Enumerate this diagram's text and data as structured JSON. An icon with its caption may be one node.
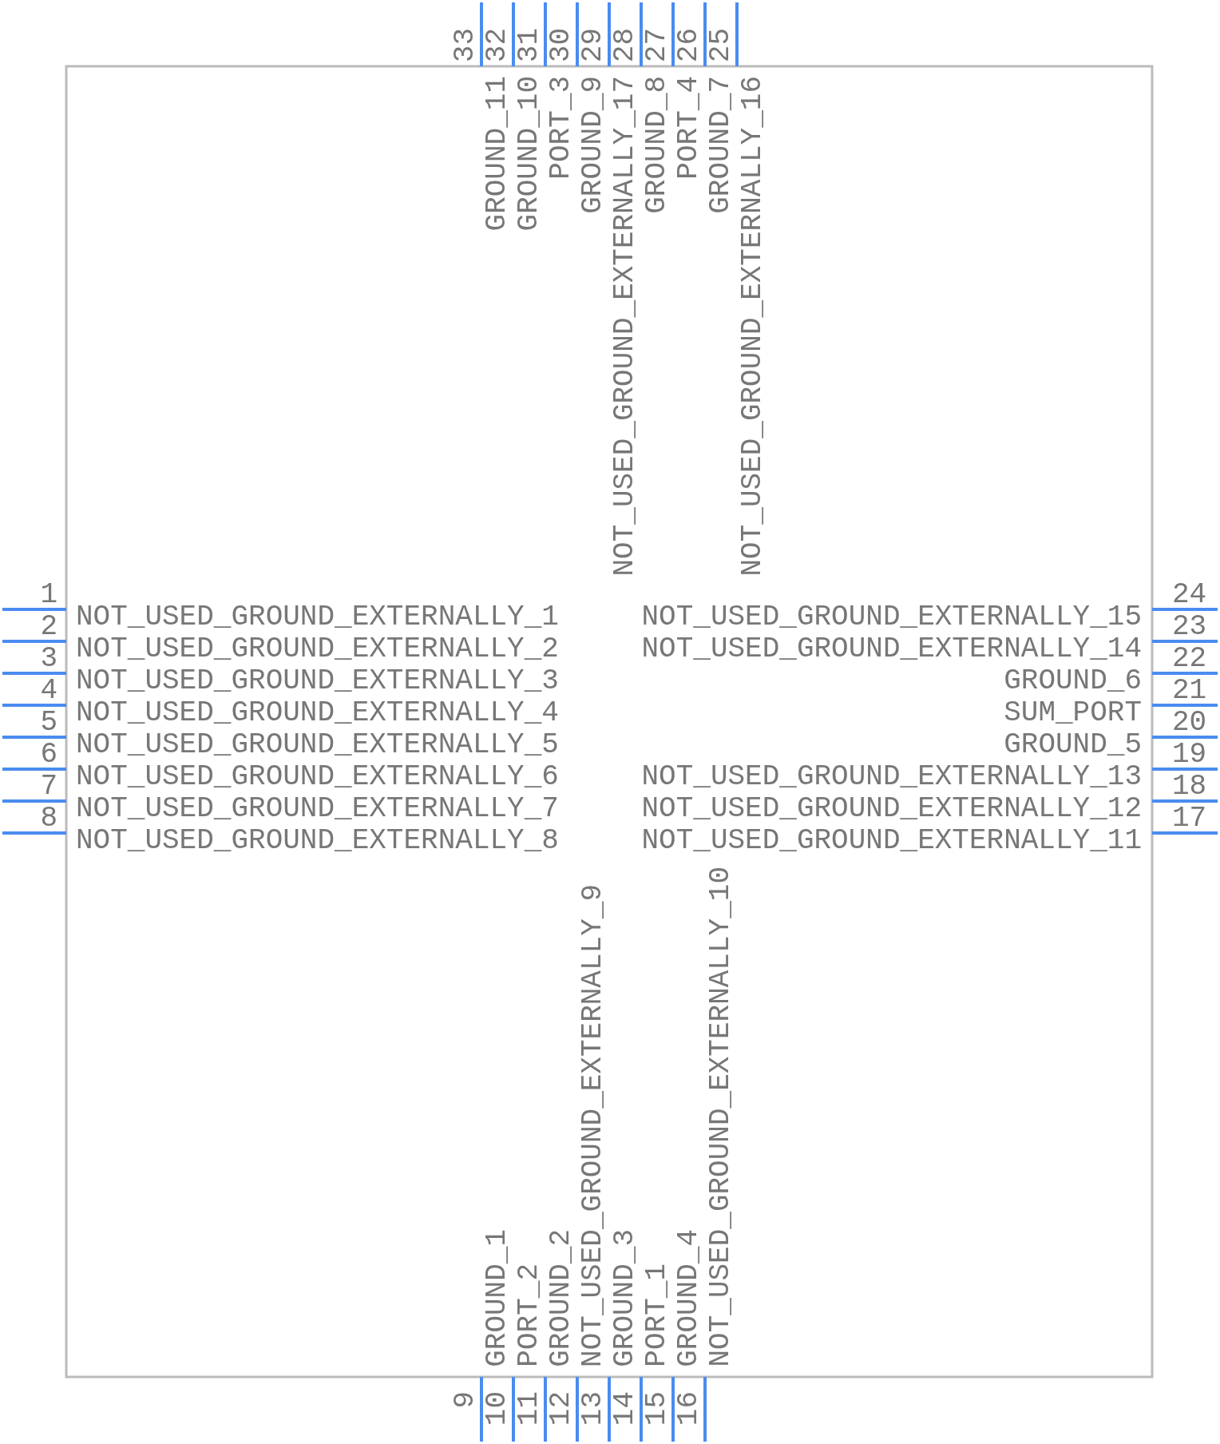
{
  "diagram": {
    "labels": [
      "1",
      "NOT_USED_GROUND_EXTERNALLY_1",
      "2",
      "NOT_USED_GROUND_EXTERNALLY_2",
      "3",
      "NOT_USED_GROUND_EXTERNALLY_3",
      "4",
      "NOT_USED_GROUND_EXTERNALLY_4",
      "5",
      "NOT_USED_GROUND_EXTERNALLY_5",
      "6",
      "NOT_USED_GROUND_EXTERNALLY_6",
      "7",
      "NOT_USED_GROUND_EXTERNALLY_7",
      "8",
      "NOT_USED_GROUND_EXTERNALLY_8",
      "9",
      "GROUND_1",
      "10",
      "PORT_2",
      "11",
      "GROUND_2",
      "12",
      "NOT_USED_GROUND_EXTERNALLY_9",
      "13",
      "GROUND_3",
      "14",
      "PORT_1",
      "15",
      "GROUND_4",
      "16",
      "NOT_USED_GROUND_EXTERNALLY_10",
      "17",
      "NOT_USED_GROUND_EXTERNALLY_11",
      "18",
      "NOT_USED_GROUND_EXTERNALLY_12",
      "19",
      "NOT_USED_GROUND_EXTERNALLY_13",
      "20",
      "GROUND_5",
      "21",
      "SUM_PORT",
      "22",
      "GROUND_6",
      "23",
      "NOT_USED_GROUND_EXTERNALLY_14",
      "24",
      "NOT_USED_GROUND_EXTERNALLY_15",
      "25",
      "NOT_USED_GROUND_EXTERNALLY_16",
      "26",
      "GROUND_7",
      "27",
      "PORT_4",
      "28",
      "GROUND_8",
      "29",
      "NOT_USED_GROUND_EXTERNALLY_17",
      "30",
      "GROUND_9",
      "31",
      "PORT_3",
      "32",
      "GROUND_10",
      "33",
      "GROUND_11"
    ]
  }
}
